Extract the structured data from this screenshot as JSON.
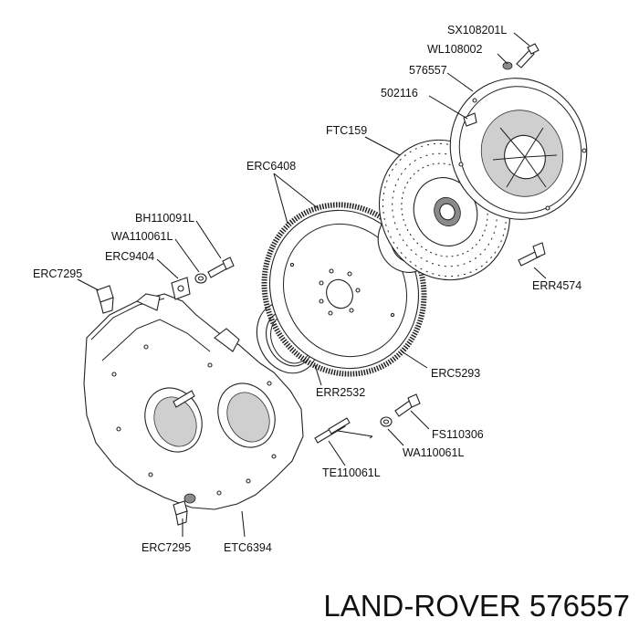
{
  "labels": {
    "sx108201l": "SX108201L",
    "wl108002": "WL108002",
    "p576557": "576557",
    "p502116": "502116",
    "ftc159": "FTC159",
    "erc6408": "ERC6408",
    "bh110091l": "BH110091L",
    "wa110061l_top": "WA110061L",
    "erc9404": "ERC9404",
    "erc7295_top": "ERC7295",
    "err4574": "ERR4574",
    "erc5293": "ERC5293",
    "err2532": "ERR2532",
    "fs110306": "FS110306",
    "wa110061l_bottom": "WA110061L",
    "te110061l": "TE110061L",
    "erc7295_bottom": "ERC7295",
    "etc6394": "ETC6394"
  },
  "caption": "LAND-ROVER 576557"
}
